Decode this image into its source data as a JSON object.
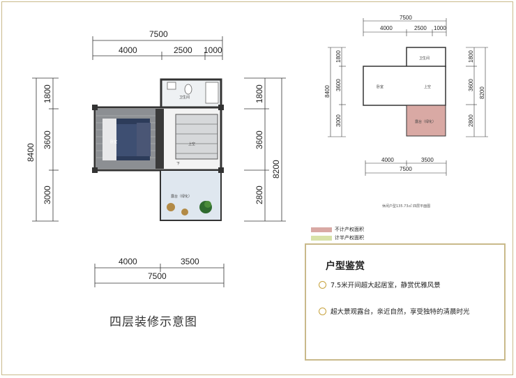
{
  "main_plan": {
    "top_total": "7500",
    "top_segments": [
      "4000",
      "2500",
      "1000"
    ],
    "left_total": "8400",
    "left_segments": [
      "1800",
      "3600",
      "3000"
    ],
    "right_total": "8200",
    "right_segments": [
      "1800",
      "3600",
      "2800"
    ],
    "bottom_segments": [
      "4000",
      "3500"
    ],
    "bottom_total": "7500",
    "rooms": {
      "bathroom": "卫生间",
      "bedroom": "卧室",
      "void": "上空",
      "terrace": "露台（绿化）",
      "down": "下"
    }
  },
  "mini_plan": {
    "top_total": "7500",
    "top_segments": [
      "4000",
      "2500",
      "1000"
    ],
    "left_total": "8400",
    "left_segments": [
      "1800",
      "3600",
      "3000"
    ],
    "right_total": "8200",
    "right_segments": [
      "1800",
      "3600",
      "2800"
    ],
    "bottom_segments": [
      "4000",
      "3500"
    ],
    "bottom_total": "7500",
    "rooms": {
      "bathroom": "卫生间",
      "bedroom": "卧室",
      "void": "上空",
      "terrace": "露台（绿化）"
    },
    "note": "休闲户型135.73㎡  四层平面图"
  },
  "caption": "四层装修示意图",
  "legend": [
    {
      "label": "不计产权面积",
      "color": "#d9a9a4"
    },
    {
      "label": "计半产权面积",
      "color": "#d8e2a8"
    }
  ],
  "info": {
    "title": "户型鉴赏",
    "features": [
      "7.5米开间超大起居室，静赏优雅风景",
      "超大景观露台，亲近自然，享受独特的清晨时光"
    ]
  },
  "colors": {
    "frame": "#c9b98a",
    "accent": "#c7a23d"
  }
}
